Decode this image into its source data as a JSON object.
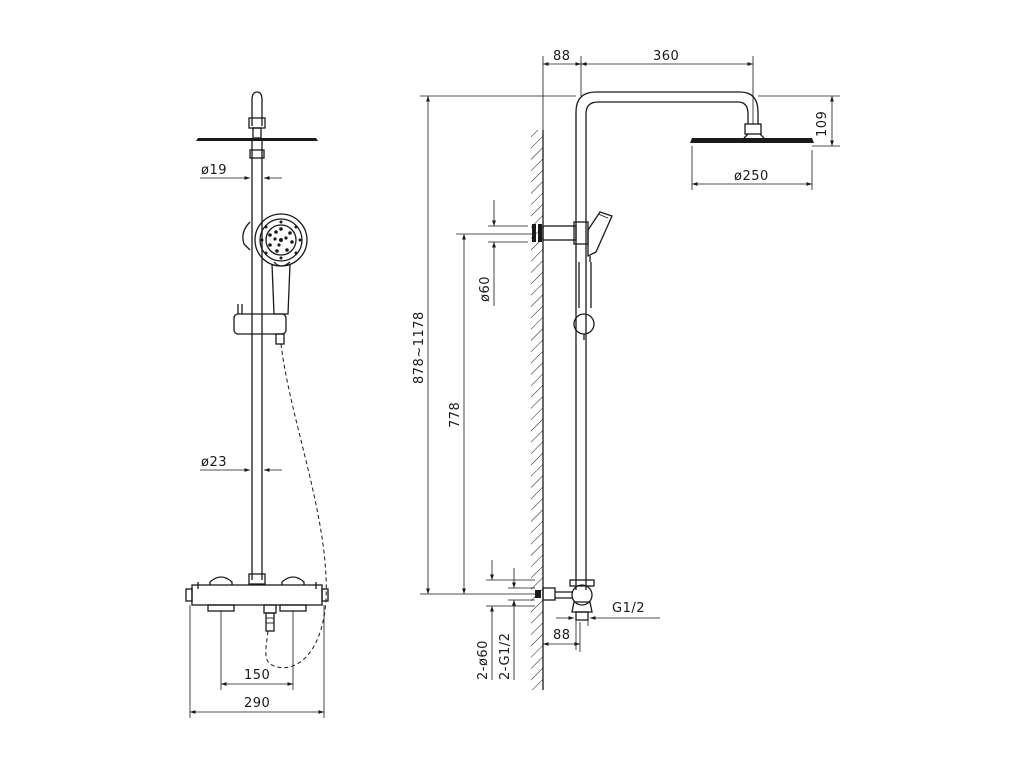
{
  "drawing": {
    "front_view": {
      "dim_pipe_top": "ø19",
      "dim_pipe_main": "ø23",
      "dim_inlet_spacing": "150",
      "dim_total_width": "290"
    },
    "side_view": {
      "dim_arm_offset": "88",
      "dim_arm_length": "360",
      "dim_head_drop": "109",
      "dim_head_diameter": "ø250",
      "dim_bracket_diameter": "ø60",
      "dim_total_height": "878~1178",
      "dim_rail_height": "778",
      "dim_inlet_thread": "G1/2",
      "dim_wall_offset": "88",
      "dim_inlet_spec_a": "2-ø60",
      "dim_inlet_spec_b": "2-G1/2"
    }
  }
}
